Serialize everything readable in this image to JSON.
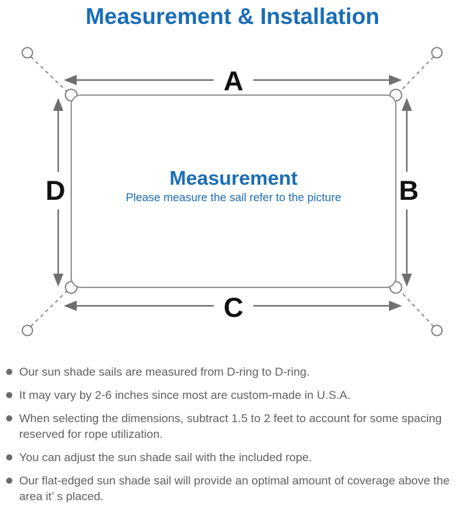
{
  "title": "Measurement & Installation",
  "colors": {
    "accent_blue": "#1a6db6",
    "line_gray": "#878787",
    "arrow_gray": "#6f6f6f",
    "label_black": "#111111",
    "note_gray": "#5f5f5f"
  },
  "diagram": {
    "labels": {
      "top": "A",
      "right": "B",
      "bottom": "C",
      "left": "D"
    },
    "center_title": "Measurement",
    "center_subtitle": "Please measure the sail refer to the picture"
  },
  "notes": [
    "Our sun shade sails are measured from D-ring to D-ring.",
    "It may vary by 2-6 inches since most are custom-made in U.S.A.",
    "When selecting the dimensions, subtract 1.5 to 2 feet to account for some spacing reserved for rope utilization.",
    "You can adjust the sun shade sail with the included rope.",
    "Our flat-edged sun shade sail will provide an optimal amount of coverage above the area it’ s placed."
  ]
}
